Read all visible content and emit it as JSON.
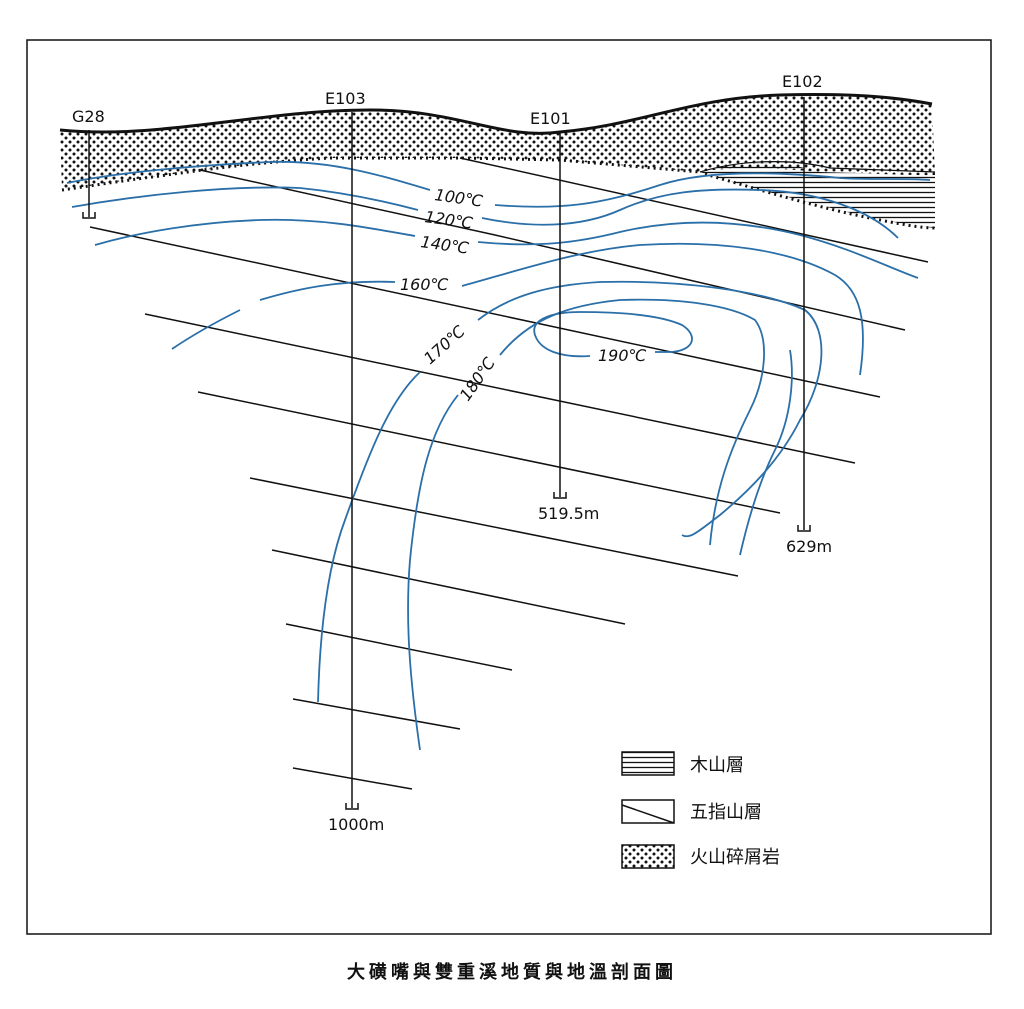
{
  "wells": [
    {
      "name": "G28",
      "depth": ""
    },
    {
      "name": "E103",
      "depth": "1000m"
    },
    {
      "name": "E101",
      "depth": "519.5m"
    },
    {
      "name": "E102",
      "depth": "629m"
    }
  ],
  "isotherms": [
    "100℃",
    "120℃",
    "140℃",
    "160℃",
    "170℃",
    "180℃",
    "190℃"
  ],
  "legend": [
    {
      "label": "木山層",
      "pattern": "horizontal-lines"
    },
    {
      "label": "五指山層",
      "pattern": "diagonal-line"
    },
    {
      "label": "火山碎屑岩",
      "pattern": "dots"
    }
  ],
  "caption": "大磺嘴與雙重溪地質與地溫剖面圖",
  "colors": {
    "isotherm": "#2a6fa8",
    "ink": "#111111"
  }
}
